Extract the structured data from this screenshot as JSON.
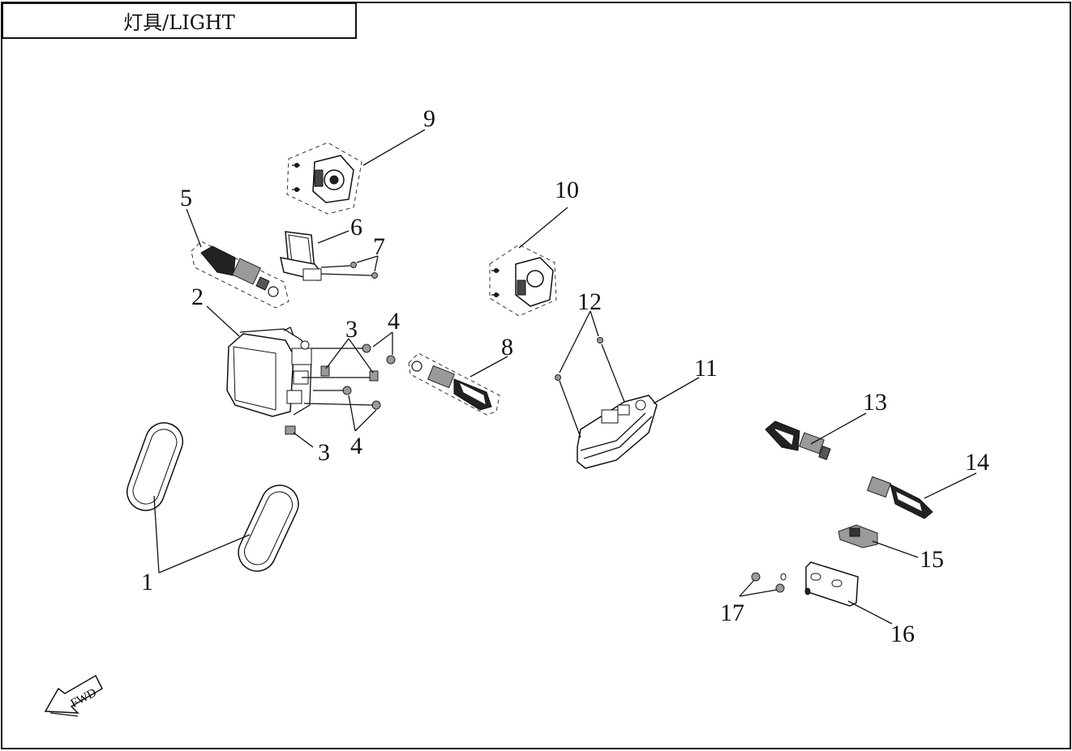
{
  "title": "灯具/LIGHT",
  "fwd_label": "FWD",
  "callouts": [
    {
      "id": "1",
      "label": "1"
    },
    {
      "id": "2",
      "label": "2"
    },
    {
      "id": "3a",
      "label": "3"
    },
    {
      "id": "3b",
      "label": "3"
    },
    {
      "id": "4a",
      "label": "4"
    },
    {
      "id": "4b",
      "label": "4"
    },
    {
      "id": "5",
      "label": "5"
    },
    {
      "id": "6",
      "label": "6"
    },
    {
      "id": "7",
      "label": "7"
    },
    {
      "id": "8",
      "label": "8"
    },
    {
      "id": "9",
      "label": "9"
    },
    {
      "id": "10",
      "label": "10"
    },
    {
      "id": "11",
      "label": "11"
    },
    {
      "id": "12",
      "label": "12"
    },
    {
      "id": "13",
      "label": "13"
    },
    {
      "id": "14",
      "label": "14"
    },
    {
      "id": "15",
      "label": "15"
    },
    {
      "id": "16",
      "label": "16"
    },
    {
      "id": "17",
      "label": "17"
    }
  ]
}
